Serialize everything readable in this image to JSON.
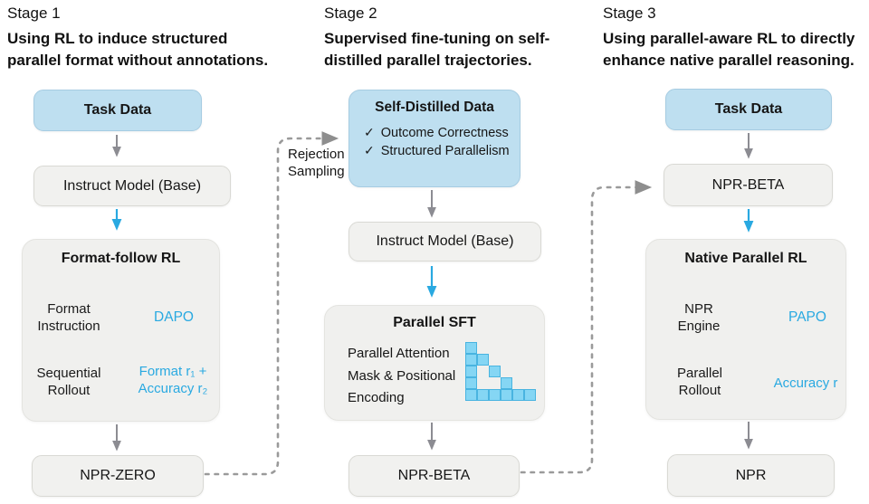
{
  "stage1": {
    "label": "Stage 1",
    "subtitle": "Using RL to induce structured\nparallel format without annotations.",
    "task_data": "Task Data",
    "instruct_model": "Instruct Model (Base)",
    "rl_box": {
      "title": "Format-follow RL",
      "step1": "Format\nInstruction",
      "step2": "Sequential\nRollout",
      "algorithm": "DAPO",
      "reward": "Format r₁ +\nAccuracy r₂"
    },
    "output_model": "NPR-ZERO"
  },
  "stage2": {
    "label": "Stage 2",
    "subtitle": "Supervised fine-tuning on self-\ndistilled parallel trajectories.",
    "rejection_sampling": "Rejection\nSampling",
    "distilled_box": {
      "title": "Self-Distilled Data",
      "checkmark": "✓",
      "items": [
        "Outcome Correctness",
        "Structured Parallelism"
      ]
    },
    "instruct_model": "Instruct Model (Base)",
    "sft_box": {
      "title": "Parallel SFT",
      "description": "Parallel Attention\nMask & Positional\nEncoding"
    },
    "output_model": "NPR-BETA"
  },
  "stage3": {
    "label": "Stage 3",
    "subtitle": "Using parallel-aware RL to directly\nenhance native parallel reasoning.",
    "task_data": "Task Data",
    "input_model": "NPR-BETA",
    "rl_box": {
      "title": "Native Parallel RL",
      "step1": "NPR\nEngine",
      "step2": "Parallel\nRollout",
      "algorithm": "PAPO",
      "reward": "Accuracy r"
    },
    "output_model": "NPR"
  },
  "icons": {
    "attention_mask": {
      "cells": [
        [
          0,
          0
        ],
        [
          1,
          0
        ],
        [
          1,
          1
        ],
        [
          2,
          0
        ],
        [
          2,
          2
        ],
        [
          3,
          0
        ],
        [
          3,
          3
        ],
        [
          4,
          0
        ],
        [
          4,
          1
        ],
        [
          4,
          2
        ],
        [
          4,
          3
        ],
        [
          4,
          4
        ],
        [
          4,
          5
        ]
      ],
      "cell_size": 13
    }
  },
  "colors": {
    "accent": "#29A9E1",
    "box_blue": "#BEDFF0",
    "box_gray": "#F1F1EF",
    "arrow_gray": "#8C8C92",
    "dashed_gray": "#9A9A9A",
    "mask_fill": "#85D6F4",
    "mask_border": "#49B4E0"
  }
}
